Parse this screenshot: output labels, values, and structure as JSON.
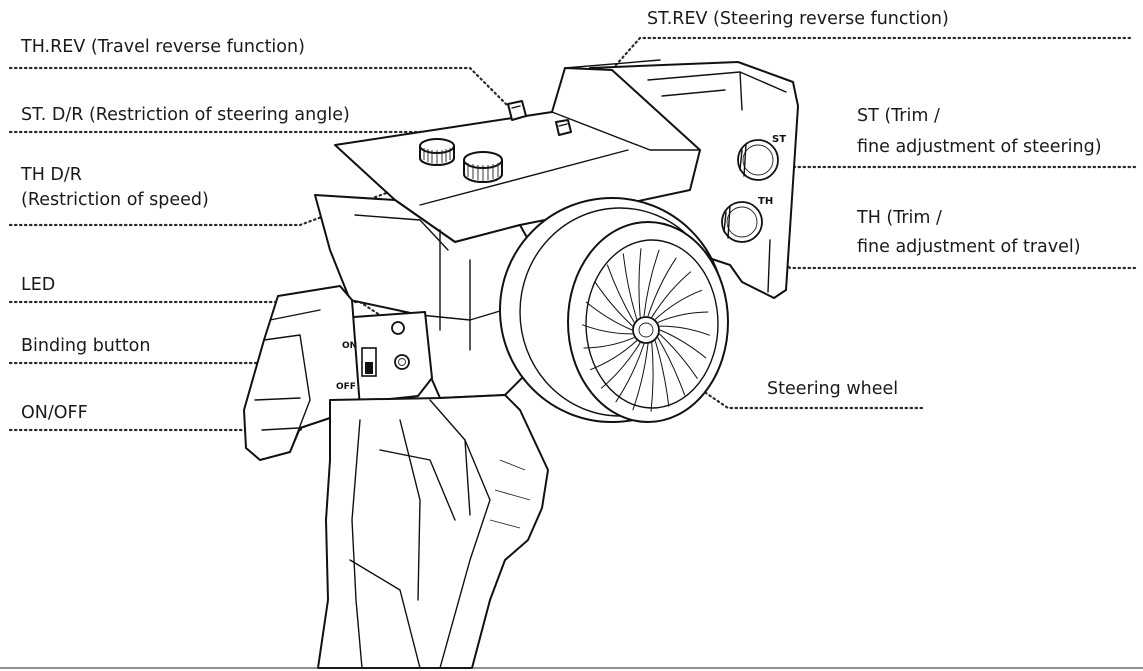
{
  "labels": {
    "th_rev": "TH.REV (Travel reverse function)",
    "st_rev": "ST.REV (Steering reverse function)",
    "st_dr": "ST. D/R (Restriction of steering angle)",
    "th_dr_line1": "TH D/R",
    "th_dr_line2": "(Restriction of speed)",
    "st_trim_line1": "ST (Trim /",
    "st_trim_line2": "fine adjustment of steering)",
    "th_trim_line1": "TH (Trim /",
    "th_trim_line2": "fine adjustment of travel)",
    "led": "LED",
    "binding_button": "Binding button",
    "on_off": "ON/OFF",
    "steering_wheel": "Steering wheel"
  },
  "device_marks": {
    "dial_st": "ST",
    "dial_th": "TH",
    "switch_on": "ON",
    "switch_off": "OFF"
  },
  "colors": {
    "ink": "#111111",
    "background": "#ffffff"
  }
}
